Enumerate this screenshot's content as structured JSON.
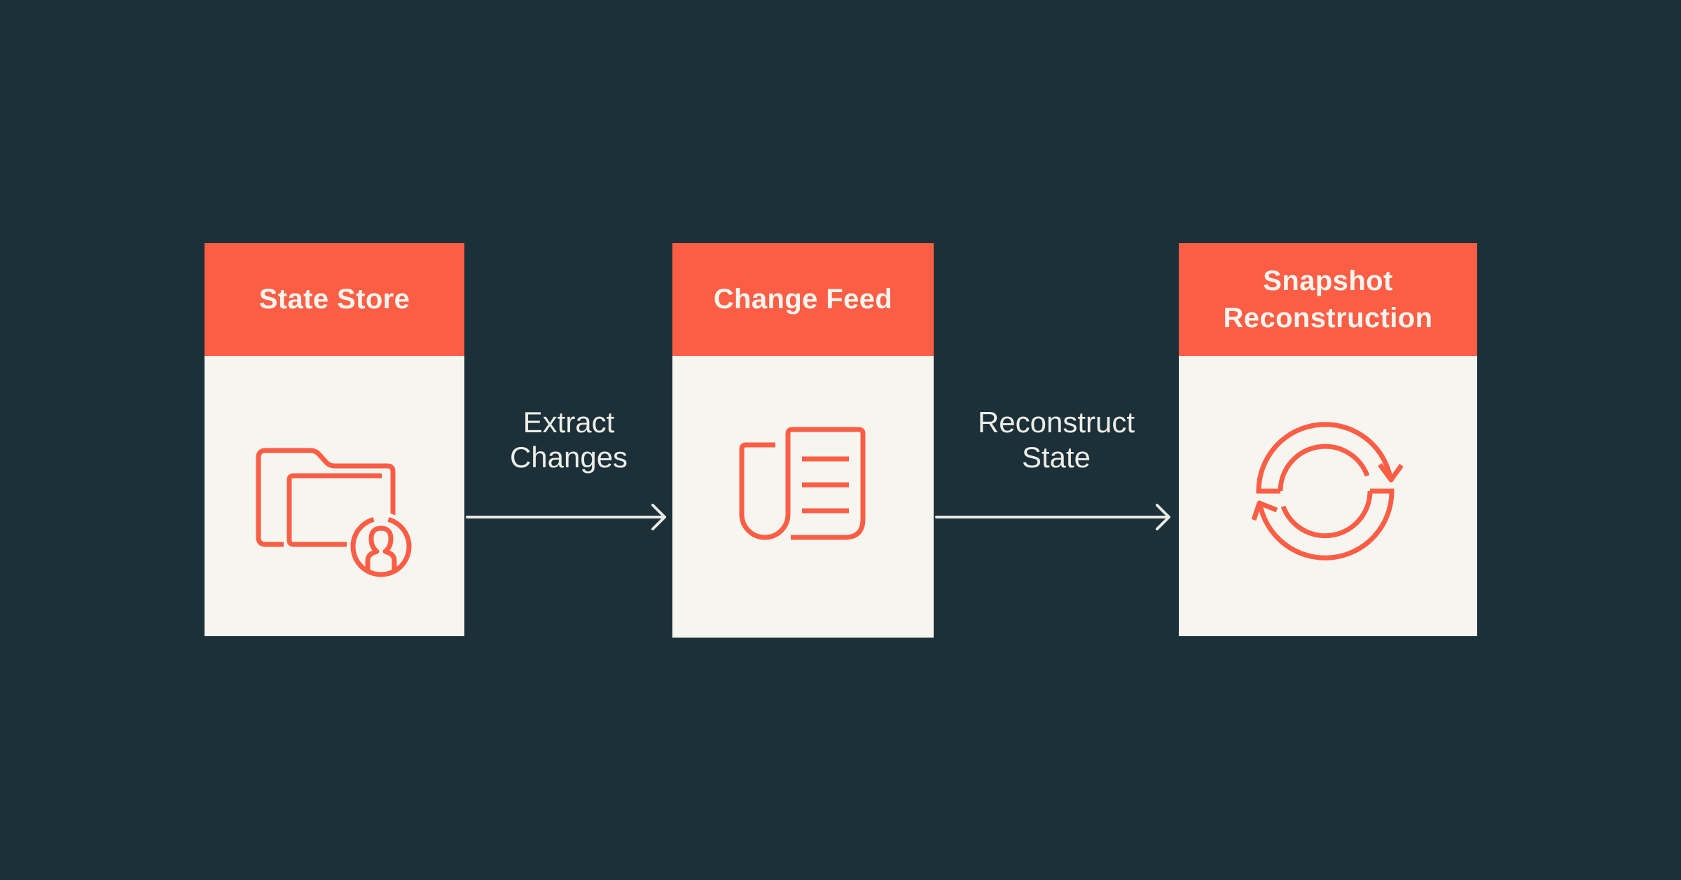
{
  "diagram": {
    "title_hint": "event-sourcing pipeline",
    "background_color": "#1C3039",
    "accent_color": "#FB5E45",
    "panel_color": "#F7F5F0",
    "title_text_color": "#F8F5EF",
    "label_text_color": "#EDECE6",
    "arrow_color": "#E9EAE4",
    "nodes": [
      {
        "title": "State Store",
        "icon": "folder-user-icon"
      },
      {
        "title": "Change Feed",
        "icon": "change-feed-icon"
      },
      {
        "title": "Snapshot Reconstruction",
        "icon": "sync-arrows-icon"
      }
    ],
    "connectors": [
      {
        "label": "Extract Changes",
        "direction": "right"
      },
      {
        "label": "Reconstruct State",
        "direction": "right"
      }
    ]
  }
}
